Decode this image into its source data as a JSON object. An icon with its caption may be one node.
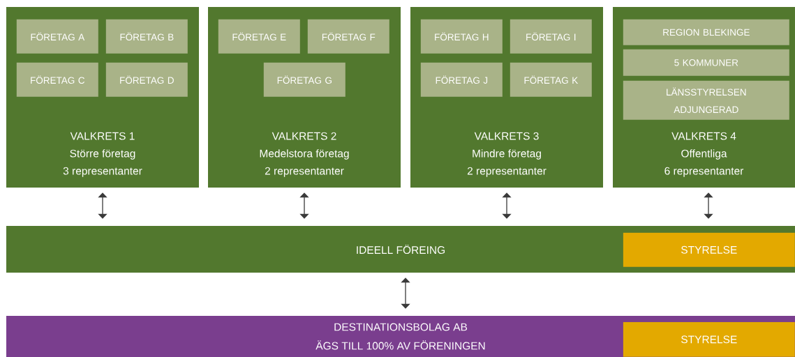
{
  "diagram": {
    "nodes": [
      {
        "text": [
          "VALKRETS 1",
          "Större företag",
          "3 representanter"
        ]
      },
      {
        "text": [
          "FÖRETAG A"
        ],
        "in": 0
      },
      {
        "text": [
          "FÖRETAG B"
        ],
        "in": 0
      },
      {
        "text": [
          "FÖRETAG C"
        ],
        "in": 0
      },
      {
        "text": [
          "FÖRETAG D"
        ],
        "in": 0
      },
      {
        "text": [
          "VALKRETS 2",
          "Medelstora företag",
          "2 representanter"
        ]
      },
      {
        "text": [
          "FÖRETAG E"
        ],
        "in": 5
      },
      {
        "text": [
          "FÖRETAG F"
        ],
        "in": 5
      },
      {
        "text": [
          "FÖRETAG G"
        ],
        "in": 5
      },
      {
        "text": [
          "VALKRETS 3",
          "Mindre företag",
          "2 representanter"
        ]
      },
      {
        "text": [
          "FÖRETAG H"
        ],
        "in": 9
      },
      {
        "text": [
          "FÖRETAG I"
        ],
        "in": 9
      },
      {
        "text": [
          "FÖRETAG J"
        ],
        "in": 9
      },
      {
        "text": [
          "FÖRETAG K"
        ],
        "in": 9
      },
      {
        "text": [
          "VALKRETS 4",
          "Offentliga",
          "6 representanter"
        ]
      },
      {
        "text": [
          "REGION BLEKINGE"
        ],
        "in": 14
      },
      {
        "text": [
          "5 KOMMUNER"
        ],
        "in": 14
      },
      {
        "text": [
          "LÄNSSTYRELSEN ADJUNGERAD"
        ],
        "in": 14
      },
      {
        "text": [
          "IDEELL FÖREING"
        ]
      },
      {
        "text": [
          "STYRELSE"
        ],
        "in": 18
      },
      {
        "text": [
          "DESTINATIONSBOLAG AB",
          "ÄGS TILL 100% AV FÖRENINGEN"
        ]
      },
      {
        "text": [
          "STYRELSE"
        ],
        "in": 20
      }
    ],
    "edges": [
      {
        "from": 0,
        "to": 18,
        "arrow": "both"
      },
      {
        "from": 5,
        "to": 18,
        "arrow": "both"
      },
      {
        "from": 9,
        "to": 18,
        "arrow": "both"
      },
      {
        "from": 14,
        "to": 18,
        "arrow": "both"
      },
      {
        "from": 18,
        "to": 20,
        "arrow": "both"
      }
    ]
  }
}
